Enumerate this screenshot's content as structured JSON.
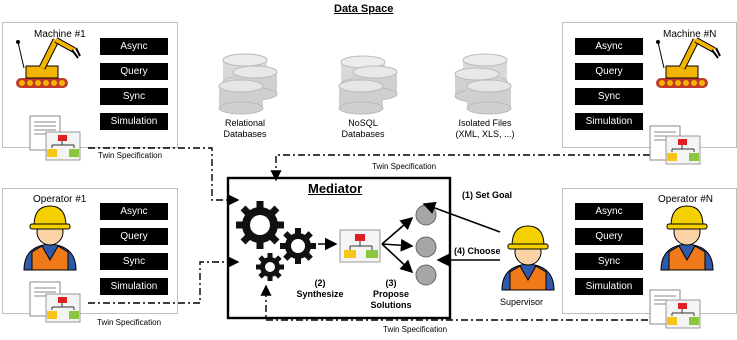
{
  "data_space": {
    "title": "Data Space",
    "stores": [
      {
        "name": "relational",
        "label_line1": "Relational",
        "label_line2": "Databases"
      },
      {
        "name": "nosql",
        "label_line1": "NoSQL",
        "label_line2": "Databases"
      },
      {
        "name": "isolated",
        "label_line1": "Isolated Files",
        "label_line2": "(XML, XLS, ...)"
      }
    ]
  },
  "panels": {
    "machine1": {
      "title": "Machine #1"
    },
    "machineN": {
      "title": "Machine #N"
    },
    "operator1": {
      "title": "Operator #1"
    },
    "operatorN": {
      "title": "Operator #N"
    }
  },
  "buttons": {
    "async": "Async",
    "query": "Query",
    "sync": "Sync",
    "simulation": "Simulation"
  },
  "twin_spec": "Twin Specification",
  "mediator": {
    "title": "Mediator",
    "step2_num": "(2)",
    "step2_label": "Synthesize",
    "step3_num": "(3)",
    "step3_line1": "Propose",
    "step3_line2": "Solutions",
    "step1": "(1) Set Goal",
    "step4": "(4) Choose"
  },
  "supervisor": "Supervisor",
  "colors": {
    "button_bg": "#000000",
    "doc_red": "#e02020",
    "doc_yellow": "#f5c518",
    "doc_green": "#8cc63f",
    "solution_gray": "#a6a6a6",
    "robot_yellow": "#f2b400",
    "vest_orange": "#f07a1a"
  }
}
